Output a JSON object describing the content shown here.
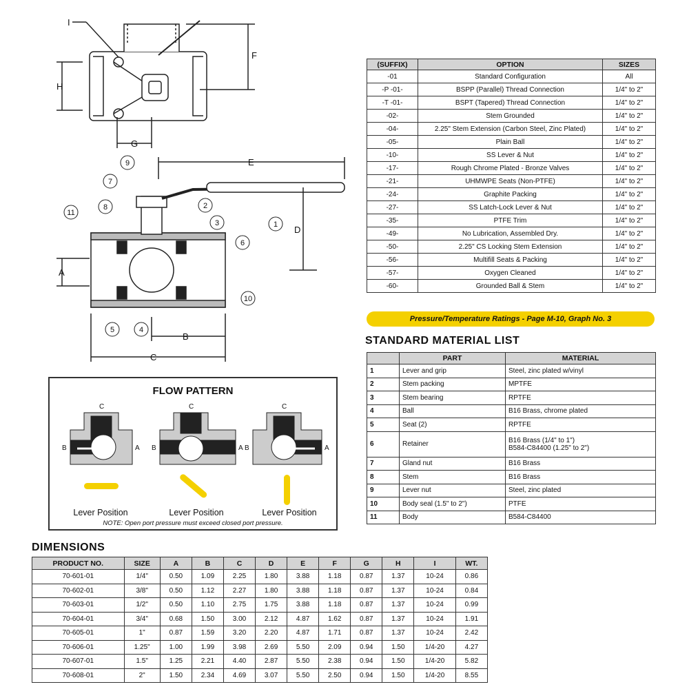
{
  "drawing": {
    "callouts": [
      "I",
      "H",
      "G",
      "F",
      "E",
      "D",
      "C",
      "B",
      "A"
    ],
    "balloons": [
      "1",
      "2",
      "3",
      "4",
      "5",
      "6",
      "7",
      "8",
      "9",
      "10",
      "11"
    ]
  },
  "options": {
    "headers": [
      "(SUFFIX)",
      "OPTION",
      "SIZES"
    ],
    "rows": [
      [
        "-01",
        "Standard Configuration",
        "All"
      ],
      [
        "-P -01-",
        "BSPP (Parallel) Thread Connection",
        "1/4\" to 2\""
      ],
      [
        "-T -01-",
        "BSPT (Tapered) Thread Connection",
        "1/4\" to 2\""
      ],
      [
        "-02-",
        "Stem Grounded",
        "1/4\" to 2\""
      ],
      [
        "-04-",
        "2.25\" Stem Extension (Carbon Steel, Zinc Plated)",
        "1/4\" to 2\""
      ],
      [
        "-05-",
        "Plain Ball",
        "1/4\" to 2\""
      ],
      [
        "-10-",
        "SS Lever & Nut",
        "1/4\" to 2\""
      ],
      [
        "-17-",
        "Rough Chrome Plated - Bronze Valves",
        "1/4\" to 2\""
      ],
      [
        "-21-",
        "UHMWPE Seats (Non-PTFE)",
        "1/4\" to 2\""
      ],
      [
        "-24-",
        "Graphite Packing",
        "1/4\" to 2\""
      ],
      [
        "-27-",
        "SS Latch-Lock Lever & Nut",
        "1/4\" to 2\""
      ],
      [
        "-35-",
        "PTFE Trim",
        "1/4\" to 2\""
      ],
      [
        "-49-",
        "No Lubrication, Assembled Dry.",
        "1/4\" to 2\""
      ],
      [
        "-50-",
        "2.25\" CS Locking Stem Extension",
        "1/4\" to 2\""
      ],
      [
        "-56-",
        "Multifill Seats & Packing",
        "1/4\" to 2\""
      ],
      [
        "-57-",
        "Oxygen Cleaned",
        "1/4\" to 2\""
      ],
      [
        "-60-",
        "Grounded Ball & Stem",
        "1/4\" to 2\""
      ]
    ]
  },
  "pressure_banner": "Pressure/Temperature Ratings - Page M-10, Graph No. 3",
  "material_list": {
    "title": "STANDARD MATERIAL LIST",
    "headers": [
      "",
      "PART",
      "MATERIAL"
    ],
    "rows": [
      [
        "1",
        "Lever and grip",
        "Steel, zinc plated w/vinyl"
      ],
      [
        "2",
        "Stem packing",
        "MPTFE"
      ],
      [
        "3",
        "Stem bearing",
        "RPTFE"
      ],
      [
        "4",
        "Ball",
        "B16 Brass, chrome plated"
      ],
      [
        "5",
        "Seat (2)",
        "RPTFE"
      ],
      [
        "6",
        "Retainer",
        "B16 Brass (1/4\" to 1\")",
        "B584-C84400 (1.25\" to 2\")"
      ],
      [
        "7",
        "Gland nut",
        "B16 Brass"
      ],
      [
        "8",
        "Stem",
        "B16 Brass"
      ],
      [
        "9",
        "Lever nut",
        "Steel, zinc plated"
      ],
      [
        "10",
        "Body seal (1.5\" to 2\")",
        "PTFE"
      ],
      [
        "11",
        "Body",
        "B584-C84400"
      ]
    ]
  },
  "flow_pattern": {
    "title": "FLOW PATTERN",
    "port_labels": [
      "A",
      "B",
      "C"
    ],
    "lever_label": "Lever Position",
    "note": "NOTE: Open port pressure must exceed closed port pressure.",
    "accent": "#f4d000"
  },
  "dimensions": {
    "title": "DIMENSIONS",
    "headers": [
      "PRODUCT NO.",
      "SIZE",
      "A",
      "B",
      "C",
      "D",
      "E",
      "F",
      "G",
      "H",
      "I",
      "WT."
    ],
    "rows": [
      [
        "70-601-01",
        "1/4\"",
        "0.50",
        "1.09",
        "2.25",
        "1.80",
        "3.88",
        "1.18",
        "0.87",
        "1.37",
        "10-24",
        "0.86"
      ],
      [
        "70-602-01",
        "3/8\"",
        "0.50",
        "1.12",
        "2.27",
        "1.80",
        "3.88",
        "1.18",
        "0.87",
        "1.37",
        "10-24",
        "0.84"
      ],
      [
        "70-603-01",
        "1/2\"",
        "0.50",
        "1.10",
        "2.75",
        "1.75",
        "3.88",
        "1.18",
        "0.87",
        "1.37",
        "10-24",
        "0.99"
      ],
      [
        "70-604-01",
        "3/4\"",
        "0.68",
        "1.50",
        "3.00",
        "2.12",
        "4.87",
        "1.62",
        "0.87",
        "1.37",
        "10-24",
        "1.91"
      ],
      [
        "70-605-01",
        "1\"",
        "0.87",
        "1.59",
        "3.20",
        "2.20",
        "4.87",
        "1.71",
        "0.87",
        "1.37",
        "10-24",
        "2.42"
      ],
      [
        "70-606-01",
        "1.25\"",
        "1.00",
        "1.99",
        "3.98",
        "2.69",
        "5.50",
        "2.09",
        "0.94",
        "1.50",
        "1/4-20",
        "4.27"
      ],
      [
        "70-607-01",
        "1.5\"",
        "1.25",
        "2.21",
        "4.40",
        "2.87",
        "5.50",
        "2.38",
        "0.94",
        "1.50",
        "1/4-20",
        "5.82"
      ],
      [
        "70-608-01",
        "2\"",
        "1.50",
        "2.34",
        "4.69",
        "3.07",
        "5.50",
        "2.50",
        "0.94",
        "1.50",
        "1/4-20",
        "8.55"
      ]
    ]
  }
}
